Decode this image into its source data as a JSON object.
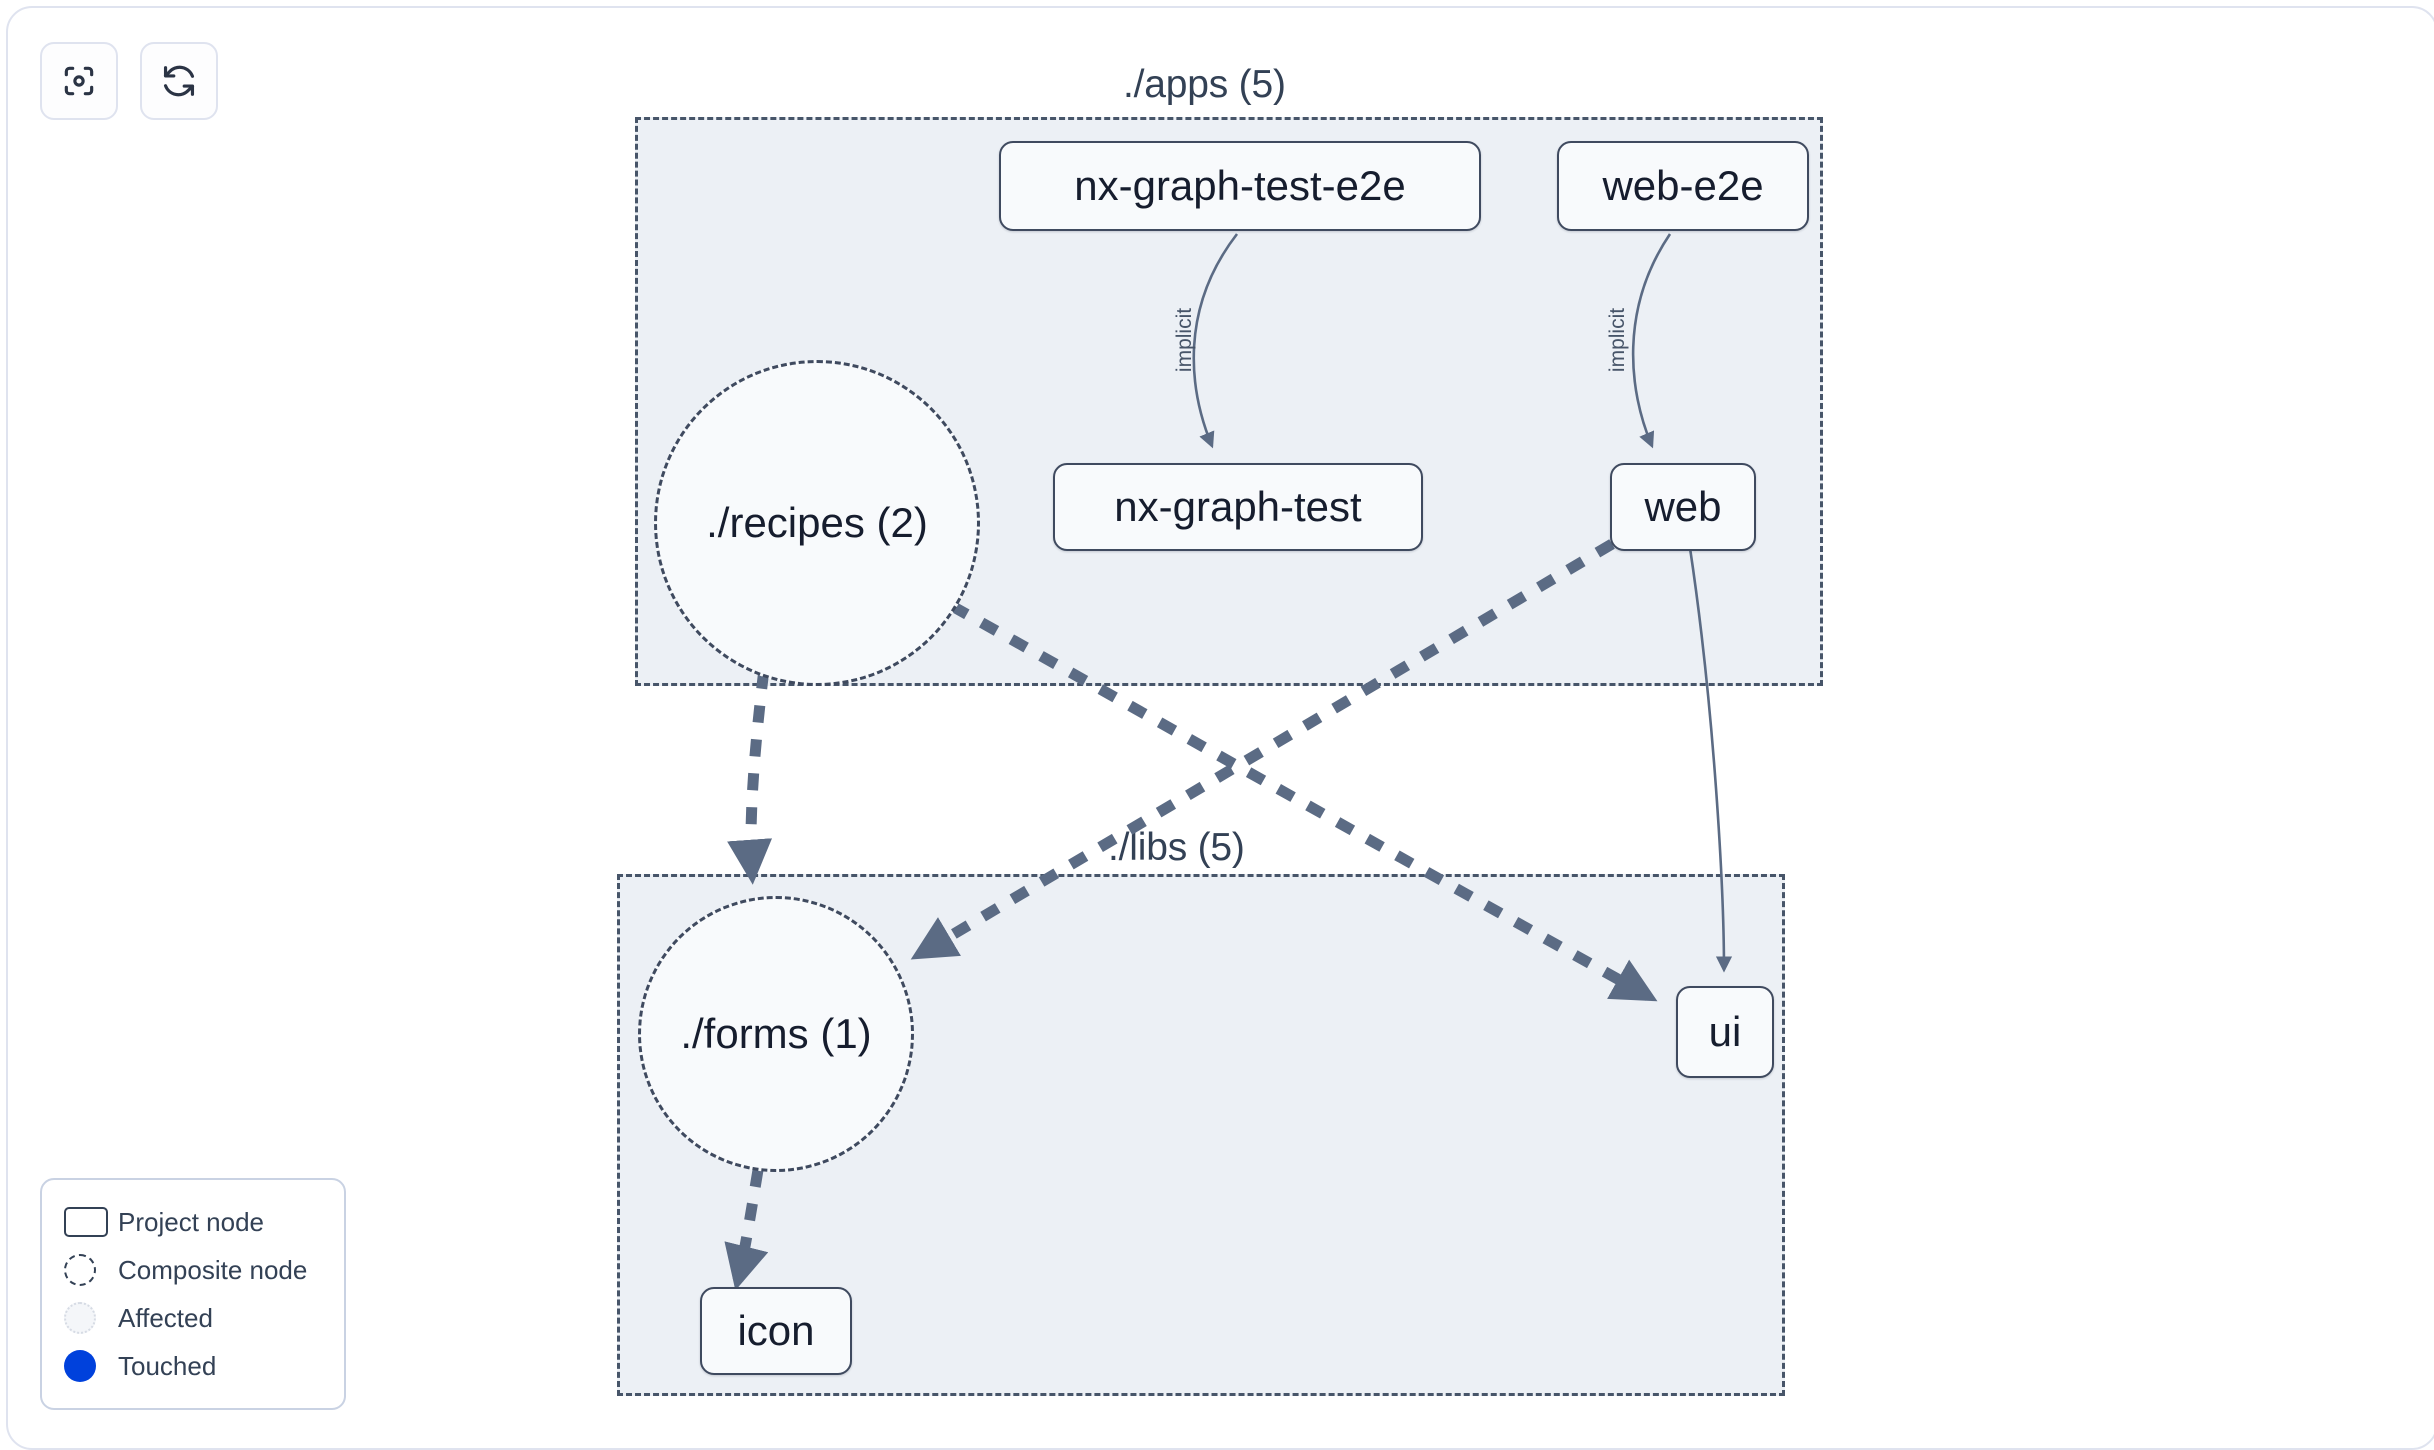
{
  "toolbar": {
    "buttons": [
      {
        "name": "focus-graph-button",
        "icon": "focus-target-icon"
      },
      {
        "name": "refresh-graph-button",
        "icon": "refresh-sync-icon"
      }
    ]
  },
  "graph": {
    "groups": [
      {
        "id": "apps",
        "label": "./apps (5)"
      },
      {
        "id": "libs",
        "label": "./libs (5)"
      }
    ],
    "nodes": [
      {
        "id": "nx-graph-test-e2e",
        "label": "nx-graph-test-e2e",
        "type": "project",
        "group": "apps"
      },
      {
        "id": "web-e2e",
        "label": "web-e2e",
        "type": "project",
        "group": "apps"
      },
      {
        "id": "recipes",
        "label": "./recipes (2)",
        "type": "composite",
        "group": "apps"
      },
      {
        "id": "nx-graph-test",
        "label": "nx-graph-test",
        "type": "project",
        "group": "apps"
      },
      {
        "id": "web",
        "label": "web",
        "type": "project",
        "group": "apps"
      },
      {
        "id": "forms",
        "label": "./forms (1)",
        "type": "composite",
        "group": "libs"
      },
      {
        "id": "ui",
        "label": "ui",
        "type": "project",
        "group": "libs"
      },
      {
        "id": "icon",
        "label": "icon",
        "type": "project",
        "group": "libs"
      }
    ],
    "edges": [
      {
        "from": "nx-graph-test-e2e",
        "to": "nx-graph-test",
        "label": "implicit",
        "style": "solid"
      },
      {
        "from": "web-e2e",
        "to": "web",
        "label": "implicit",
        "style": "solid"
      },
      {
        "from": "web",
        "to": "ui",
        "label": "",
        "style": "solid"
      },
      {
        "from": "recipes",
        "to": "forms",
        "label": "",
        "style": "dashed"
      },
      {
        "from": "recipes",
        "to": "ui",
        "label": "",
        "style": "dashed"
      },
      {
        "from": "web",
        "to": "forms",
        "label": "",
        "style": "dashed"
      },
      {
        "from": "forms",
        "to": "icon",
        "label": "",
        "style": "dashed"
      }
    ],
    "edge_labels": {
      "implicit_1": "implicit",
      "implicit_2": "implicit"
    }
  },
  "legend": {
    "items": [
      {
        "swatch": "project-node-swatch",
        "label": "Project node"
      },
      {
        "swatch": "composite-node-swatch",
        "label": "Composite node"
      },
      {
        "swatch": "affected-swatch",
        "label": "Affected"
      },
      {
        "swatch": "touched-swatch",
        "label": "Touched"
      }
    ]
  },
  "colors": {
    "group_fill": "#ecf0f5",
    "group_border": "#475569",
    "node_fill": "#f8fafc",
    "node_border": "#3f4a5f",
    "node_text": "#161d2e",
    "edge": "#5b6b84",
    "touched": "#0041dc",
    "panel_border": "#dfe3ef"
  }
}
